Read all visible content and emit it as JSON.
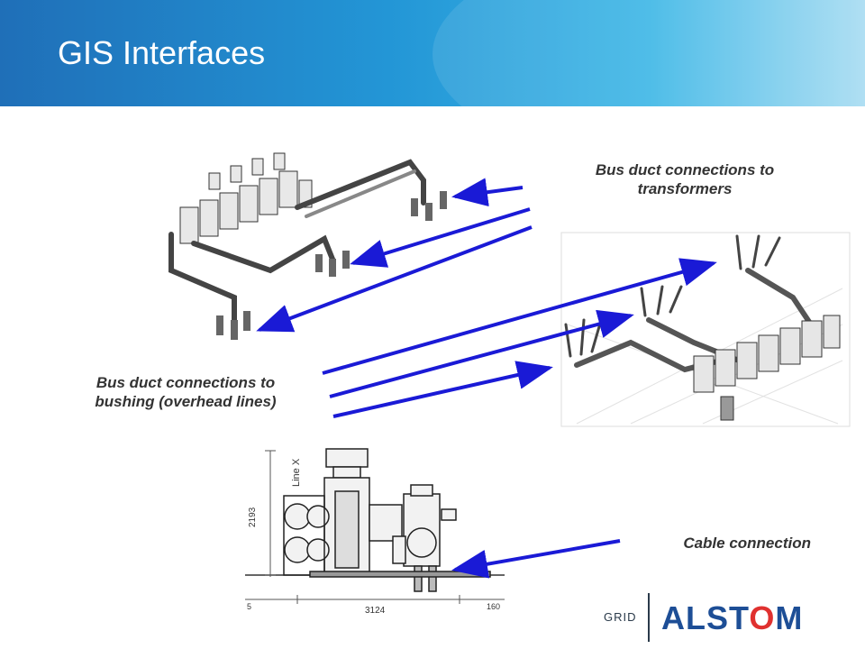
{
  "slide": {
    "title": "GIS Interfaces"
  },
  "labels": {
    "transformers": "Bus duct connections to transformers",
    "bushing_line1": "Bus duct connections to",
    "bushing_line2": "bushing (overhead lines)",
    "cable": "Cable connection"
  },
  "drawing": {
    "dimension_height": "2193",
    "dimension_width": "3124",
    "dim_left": "5",
    "dim_right": "160",
    "line_tag": "Line X"
  },
  "logo": {
    "division": "GRID",
    "brand_prefix": "ALST",
    "brand_o": "O",
    "brand_suffix": "M"
  },
  "colors": {
    "header_start": "#1f6fb8",
    "header_end": "#a7dcf2",
    "arrow": "#1a1ad6",
    "brand": "#1d4e96",
    "brand_accent": "#e0312f"
  }
}
